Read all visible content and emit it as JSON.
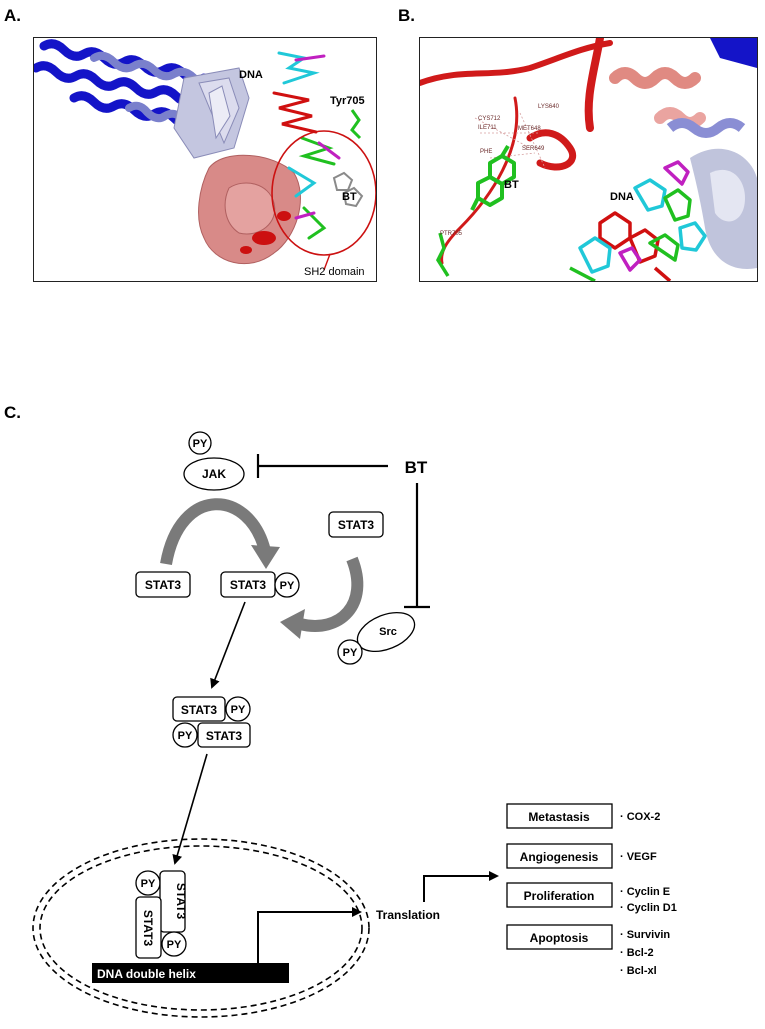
{
  "panels": {
    "a": {
      "letter": "A.",
      "dna": "DNA",
      "tyr": "Tyr705",
      "bt": "BT",
      "sh2": "SH2 domain"
    },
    "b": {
      "letter": "B.",
      "bt": "BT",
      "dna": "DNA",
      "residues": [
        "CYS712",
        "ILE711",
        "MET648",
        "LYS640",
        "SER649",
        "PHE",
        "PTR705"
      ]
    },
    "c": {
      "letter": "C."
    }
  },
  "pathway": {
    "py": "PY",
    "jak": "JAK",
    "bt": "BT",
    "stat3": "STAT3",
    "src": "Src",
    "dna_bar": "DNA double helix",
    "translation": "Translation",
    "outcomes": [
      {
        "label": "Metastasis",
        "genes": [
          "· COX-2"
        ]
      },
      {
        "label": "Angiogenesis",
        "genes": [
          "· VEGF"
        ]
      },
      {
        "label": "Proliferation",
        "genes": [
          "· Cyclin E",
          "· Cyclin D1"
        ]
      },
      {
        "label": "Apoptosis",
        "genes": [
          "· Survivin",
          "· Bcl-2",
          "· Bcl-xl"
        ]
      }
    ]
  },
  "colors": {
    "helix_dark": "#1414c8",
    "helix_light": "#8c8ccc",
    "sheet": "#b8b8d8",
    "domain_salmon": "#d88a88",
    "ligand_red": "#d01010",
    "dna_cyan": "#20c8d8",
    "dna_magenta": "#c020c0",
    "ligand_green": "#20c020",
    "sh2_circle": "#cc1111",
    "arrow_gray": "#7a7a7a"
  }
}
